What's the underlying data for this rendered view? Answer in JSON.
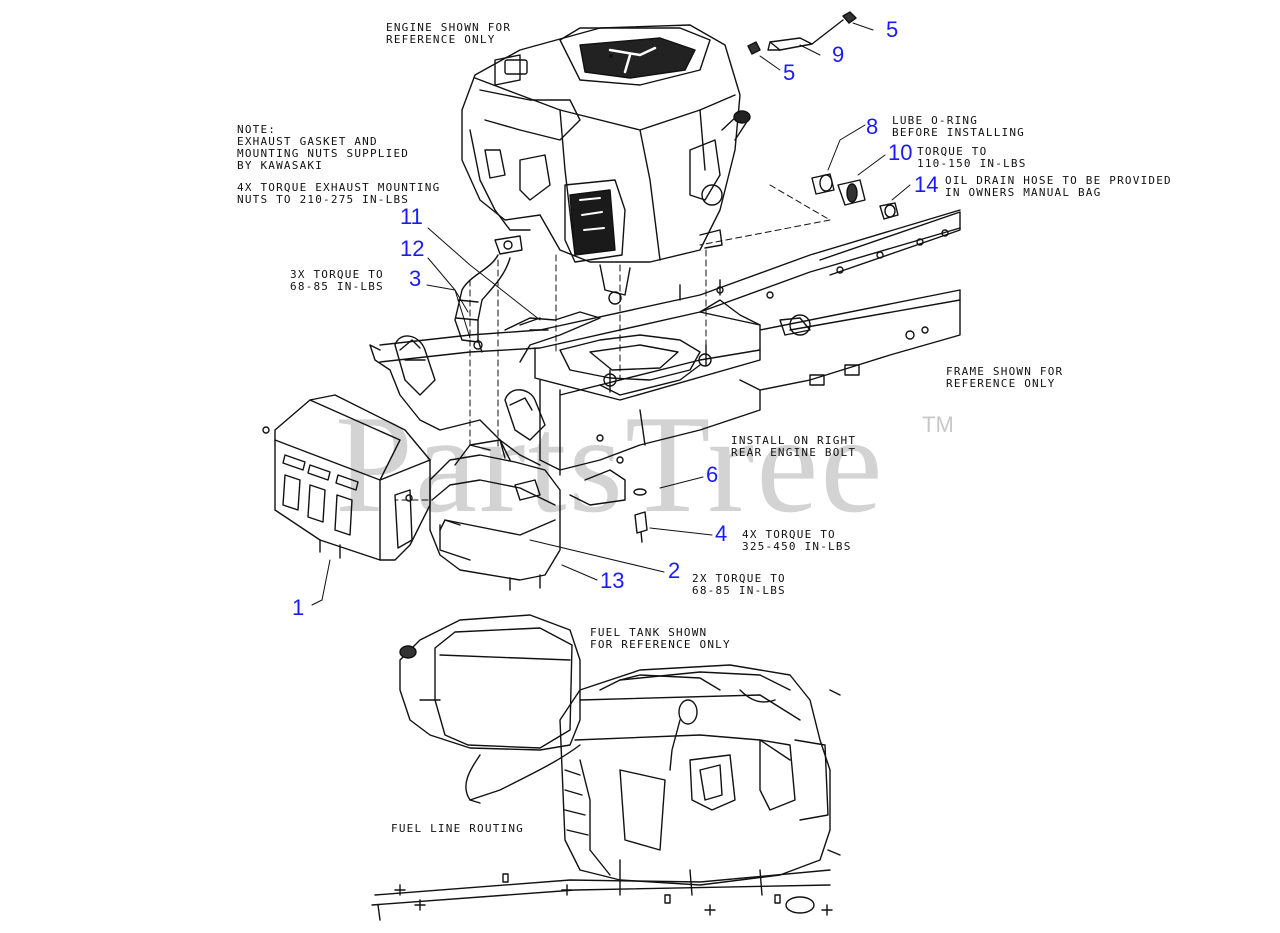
{
  "watermark": {
    "text": "PartsTree",
    "trademark": "TM"
  },
  "notes": {
    "engine": "ENGINE SHOWN FOR\nREFERENCE ONLY",
    "kawasaki": "NOTE:\nEXHAUST GASKET AND\nMOUNTING NUTS SUPPLIED\nBY KAWASAKI",
    "exhaust_torque": "4X TORQUE EXHAUST MOUNTING\nNUTS TO 210-275 IN-LBS",
    "torque_3": "3X TORQUE TO\n68-85 IN-LBS",
    "lube": "LUBE O-RING\nBEFORE INSTALLING",
    "torque_10": "TORQUE TO\n110-150 IN-LBS",
    "oil_drain": "OIL DRAIN HOSE TO BE PROVIDED\nIN OWNERS MANUAL BAG",
    "frame": "FRAME SHOWN FOR\nREFERENCE ONLY",
    "install_6": "INSTALL ON RIGHT\nREAR ENGINE BOLT",
    "torque_4": "4X TORQUE TO\n325-450 IN-LBS",
    "torque_2": "2X TORQUE TO\n68-85 IN-LBS",
    "fuel_tank": "FUEL TANK SHOWN\nFOR REFERENCE ONLY",
    "fuel_line": "FUEL LINE ROUTING"
  },
  "callouts": {
    "c1": "1",
    "c2": "2",
    "c3": "3",
    "c4": "4",
    "c5a": "5",
    "c5b": "5",
    "c6": "6",
    "c8": "8",
    "c9": "9",
    "c10": "10",
    "c11": "11",
    "c12": "12",
    "c13": "13",
    "c14": "14"
  },
  "colors": {
    "callout": "#1a1aff",
    "line": "#111111",
    "watermark": "#d3d3d3"
  }
}
